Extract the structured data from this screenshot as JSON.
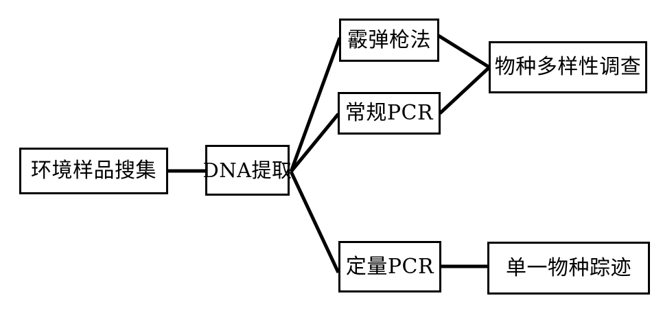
{
  "diagram": {
    "title": "eDNA analysis workflow flowchart",
    "colors": {
      "background": "#ffffff",
      "box_fill": "#ffffff",
      "box_border": "#000000",
      "line": "#000000",
      "text": "#000000"
    },
    "nodes": {
      "env_sample": {
        "label": "环境样品搜集"
      },
      "dna_extract": {
        "label": "DNA提取"
      },
      "shotgun": {
        "label": "霰弹枪法"
      },
      "conventional_pcr": {
        "label": "常规PCR"
      },
      "quantitative_pcr": {
        "label": "定量PCR"
      },
      "species_diversity": {
        "label": "物种多样性调查"
      },
      "single_species": {
        "label": "单一物种踪迹"
      }
    },
    "edges": [
      {
        "from": "env_sample",
        "to": "dna_extract"
      },
      {
        "from": "dna_extract",
        "to": "shotgun"
      },
      {
        "from": "dna_extract",
        "to": "conventional_pcr"
      },
      {
        "from": "dna_extract",
        "to": "quantitative_pcr"
      },
      {
        "from": "shotgun",
        "to": "species_diversity"
      },
      {
        "from": "conventional_pcr",
        "to": "species_diversity"
      },
      {
        "from": "quantitative_pcr",
        "to": "single_species"
      }
    ]
  }
}
